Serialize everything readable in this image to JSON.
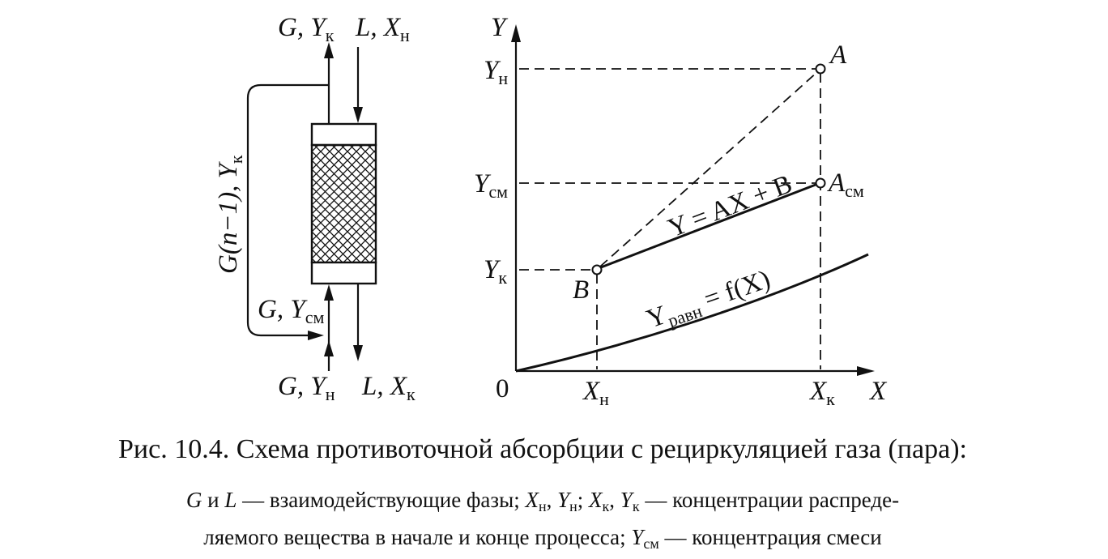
{
  "scheme": {
    "top_left_label": {
      "main": "G, Y",
      "sub": "к"
    },
    "top_right_label": {
      "main": "L, X",
      "sub": "н"
    },
    "recycle_label": {
      "main": "G(n−1), Y",
      "sub": "к"
    },
    "mix_label": {
      "main": "G, Y",
      "sub": "см"
    },
    "bottom_left_label": {
      "main": "G, Y",
      "sub": "н"
    },
    "bottom_right_label": {
      "main": "L, X",
      "sub": "к"
    }
  },
  "graph": {
    "y_axis_label": "Y",
    "x_axis_label": "X",
    "origin_label": "0",
    "y_ticks": [
      {
        "main": "Y",
        "sub": "н"
      },
      {
        "main": "Y",
        "sub": "см"
      },
      {
        "main": "Y",
        "sub": "к"
      }
    ],
    "x_ticks": [
      {
        "main": "X",
        "sub": "н"
      },
      {
        "main": "X",
        "sub": "к"
      }
    ],
    "points": {
      "A": "A",
      "A_mix": {
        "main": "A",
        "sub": "см"
      },
      "B": "B"
    },
    "operating_line_label": "Y = AX + B",
    "equilibrium_label": {
      "main": "Y",
      "sub": "равн",
      "rest": " = f(X)"
    }
  },
  "caption": {
    "title": "Рис. 10.4. Схема противоточной абсорбции с рециркуляцией газа (пара):",
    "line2": [
      {
        "t": "G",
        "i": true
      },
      {
        "t": " и "
      },
      {
        "t": "L",
        "i": true
      },
      {
        "t": " — взаимодействующие фазы; "
      },
      {
        "t": "X",
        "i": true
      },
      {
        "t": "н",
        "s": true
      },
      {
        "t": ", "
      },
      {
        "t": "Y",
        "i": true
      },
      {
        "t": "н",
        "s": true
      },
      {
        "t": "; "
      },
      {
        "t": "X",
        "i": true
      },
      {
        "t": "к",
        "s": true
      },
      {
        "t": ", "
      },
      {
        "t": "Y",
        "i": true
      },
      {
        "t": "к",
        "s": true
      },
      {
        "t": " — концентрации распреде-"
      }
    ],
    "line3": [
      {
        "t": "ляемого вещества в начале и конце процесса; "
      },
      {
        "t": "Y",
        "i": true
      },
      {
        "t": "см",
        "s": true
      },
      {
        "t": " — концентрация смеси"
      }
    ]
  }
}
